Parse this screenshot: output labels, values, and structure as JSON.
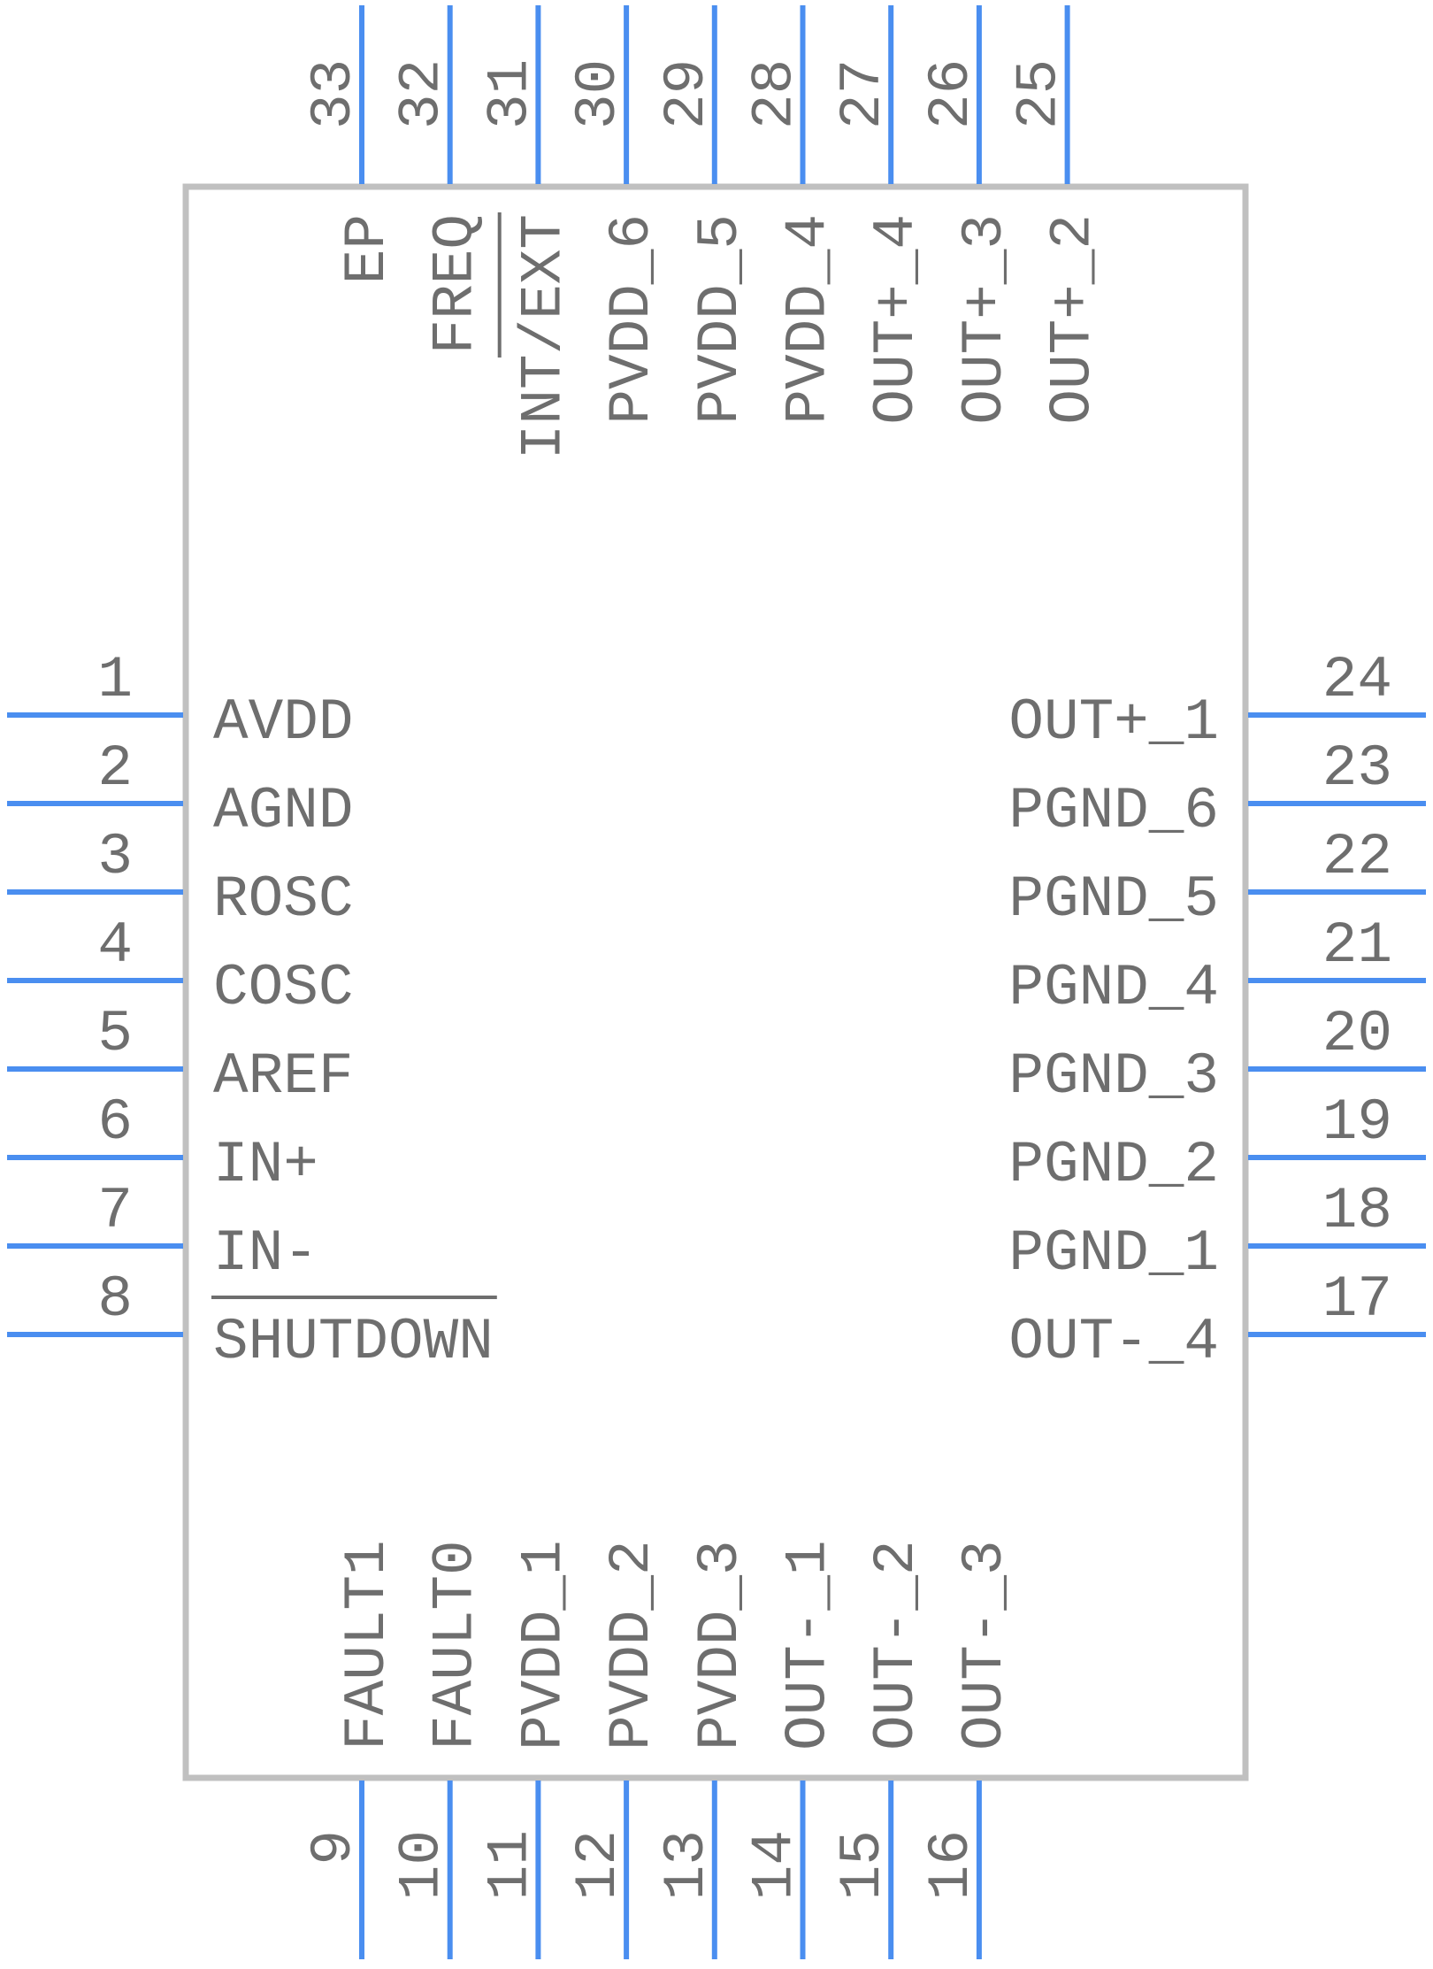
{
  "colors": {
    "pin": "#4a8ef0",
    "body_outline": "#c0c0c0",
    "text": "#6e6e6e"
  },
  "left_pins": [
    {
      "num": "1",
      "name": "AVDD",
      "overline": false
    },
    {
      "num": "2",
      "name": "AGND",
      "overline": false
    },
    {
      "num": "3",
      "name": "ROSC",
      "overline": false
    },
    {
      "num": "4",
      "name": "COSC",
      "overline": false
    },
    {
      "num": "5",
      "name": "AREF",
      "overline": false
    },
    {
      "num": "6",
      "name": "IN+",
      "overline": false
    },
    {
      "num": "7",
      "name": "IN-",
      "overline": false
    },
    {
      "num": "8",
      "name": "SHUTDOWN",
      "overline": true
    }
  ],
  "right_pins": [
    {
      "num": "24",
      "name": "OUT+_1",
      "overline": false
    },
    {
      "num": "23",
      "name": "PGND_6",
      "overline": false
    },
    {
      "num": "22",
      "name": "PGND_5",
      "overline": false
    },
    {
      "num": "21",
      "name": "PGND_4",
      "overline": false
    },
    {
      "num": "20",
      "name": "PGND_3",
      "overline": false
    },
    {
      "num": "19",
      "name": "PGND_2",
      "overline": false
    },
    {
      "num": "18",
      "name": "PGND_1",
      "overline": false
    },
    {
      "num": "17",
      "name": "OUT-_4",
      "overline": false
    }
  ],
  "top_pins": [
    {
      "num": "33",
      "name": "EP",
      "overline": false
    },
    {
      "num": "32",
      "name": "FREQ",
      "overline": false
    },
    {
      "num": "31",
      "name": "INT/EXT",
      "overline": false
    },
    {
      "num": "30",
      "name": "PVDD_6",
      "overline": false
    },
    {
      "num": "29",
      "name": "PVDD_5",
      "overline": false
    },
    {
      "num": "28",
      "name": "PVDD_4",
      "overline": false
    },
    {
      "num": "27",
      "name": "OUT+_4",
      "overline": false
    },
    {
      "num": "26",
      "name": "OUT+_3",
      "overline": false
    },
    {
      "num": "25",
      "name": "OUT+_2",
      "overline": false
    }
  ],
  "top_overbar_pin": "INT/EXT",
  "bottom_pins": [
    {
      "num": "9",
      "name": "FAULT1",
      "overline": false
    },
    {
      "num": "10",
      "name": "FAULT0",
      "overline": false
    },
    {
      "num": "11",
      "name": "PVDD_1",
      "overline": false
    },
    {
      "num": "12",
      "name": "PVDD_2",
      "overline": false
    },
    {
      "num": "13",
      "name": "PVDD_3",
      "overline": false
    },
    {
      "num": "14",
      "name": "OUT-_1",
      "overline": false
    },
    {
      "num": "15",
      "name": "OUT-_2",
      "overline": false
    },
    {
      "num": "16",
      "name": "OUT-_3",
      "overline": false
    }
  ]
}
